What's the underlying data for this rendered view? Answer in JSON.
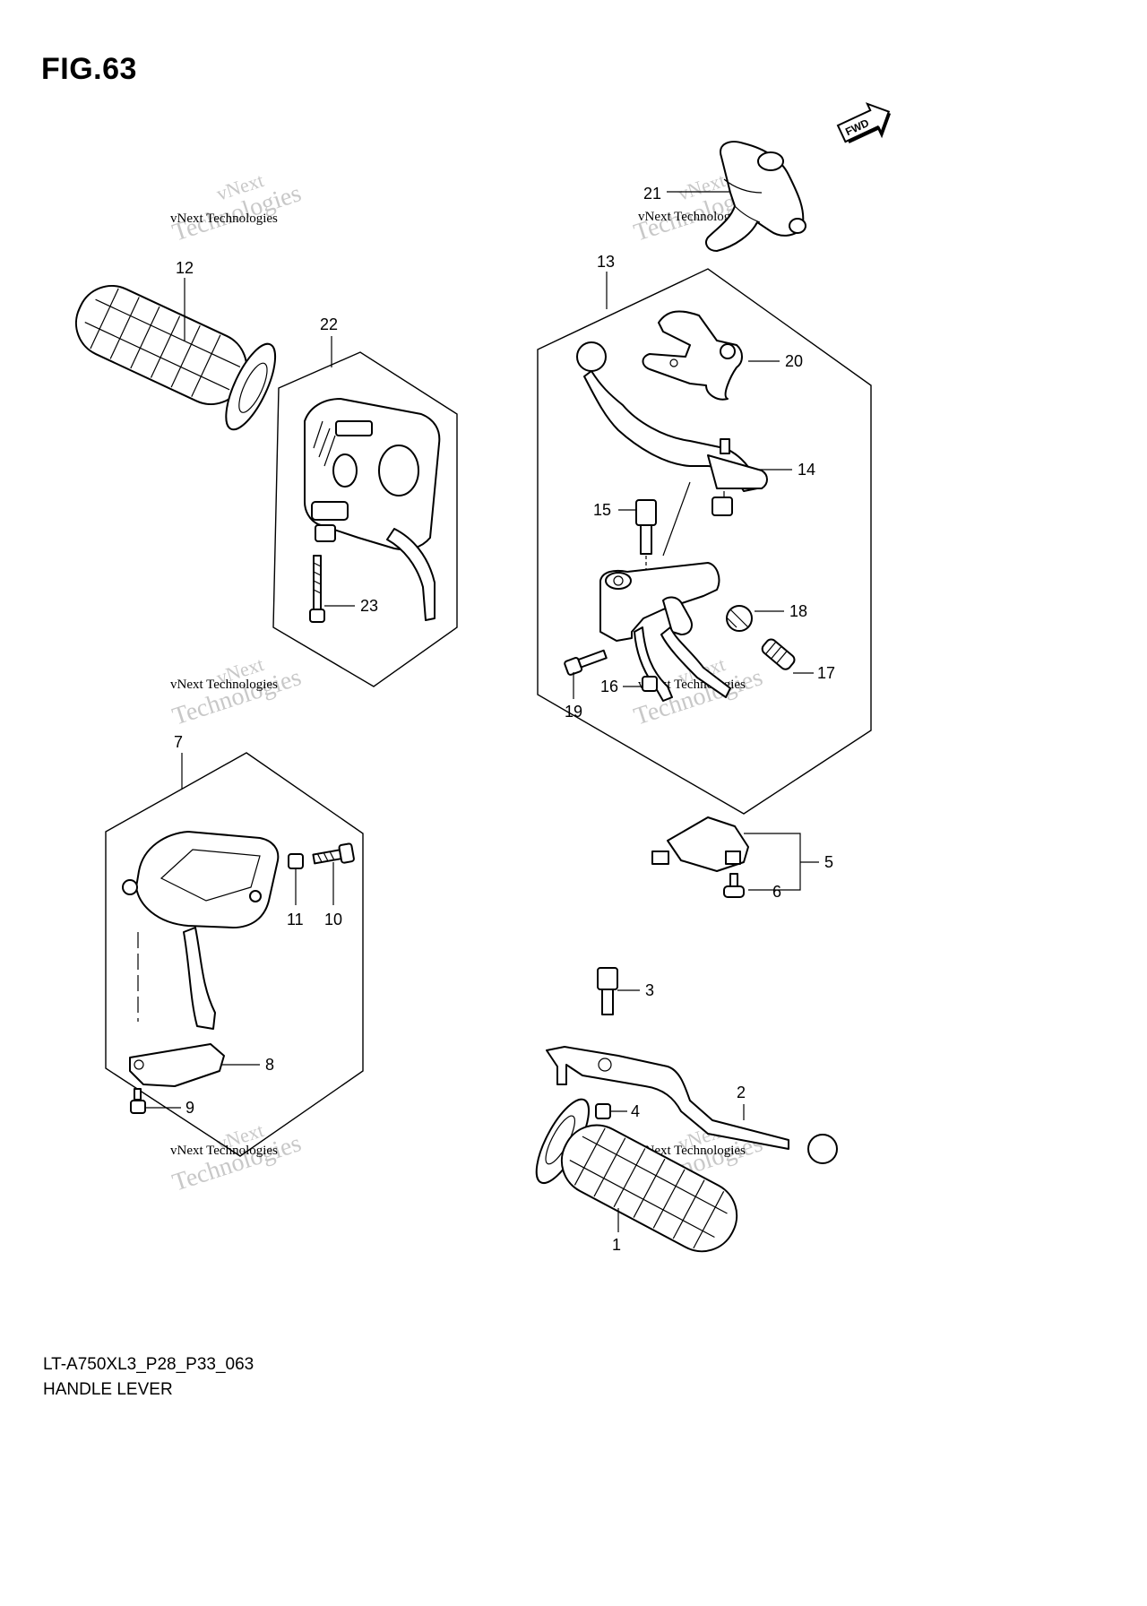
{
  "figure": {
    "title": "FIG.63"
  },
  "direction_badge": {
    "label": "FWD"
  },
  "watermark": {
    "line1": "vNext",
    "line2": "vNext Technologies",
    "line3": "Technologies"
  },
  "callouts": {
    "p1": "1",
    "p2": "2",
    "p3": "3",
    "p4": "4",
    "p5": "5",
    "p6": "6",
    "p7": "7",
    "p8": "8",
    "p9": "9",
    "p10": "10",
    "p11": "11",
    "p12": "12",
    "p13": "13",
    "p14": "14",
    "p15": "15",
    "p16": "16",
    "p17": "17",
    "p18": "18",
    "p19": "19",
    "p20": "20",
    "p21": "21",
    "p22": "22",
    "p23": "23"
  },
  "footer": {
    "model_code": "LT-A750XL3_P28_P33_063",
    "section_name": "HANDLE LEVER"
  }
}
